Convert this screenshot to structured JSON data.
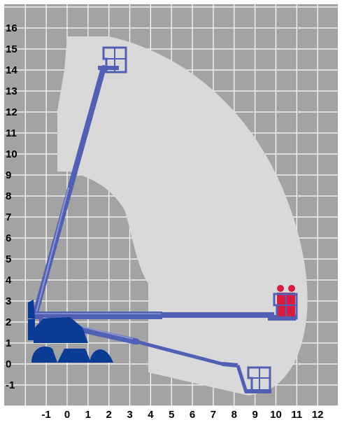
{
  "diagram": {
    "type": "working-range-chart",
    "x_range": [
      -1,
      12
    ],
    "y_range": [
      -1,
      16
    ],
    "x_ticks": [
      "-1",
      "0",
      "1",
      "2",
      "3",
      "4",
      "5",
      "6",
      "7",
      "8",
      "9",
      "10",
      "11",
      "12"
    ],
    "y_ticks": [
      "16",
      "15",
      "14",
      "13",
      "12",
      "11",
      "10",
      "9",
      "8",
      "7",
      "6",
      "5",
      "4",
      "3",
      "2",
      "1",
      "0",
      "-1"
    ],
    "grid": true,
    "operators_shown": 2,
    "colors": {
      "page_background": "#ffffff",
      "plot_background": "#a3a3a3",
      "grid_lines": "#ffffff",
      "working_envelope": "#d9d9d9",
      "inner_dead_zone": "#a3a3a3",
      "boom": "#5060b4",
      "boom_highlight": "#8c96d2",
      "chassis": "#0a3c96",
      "operator_suit": "#d81c3f",
      "operator_helmet": "#d81c3f"
    }
  }
}
